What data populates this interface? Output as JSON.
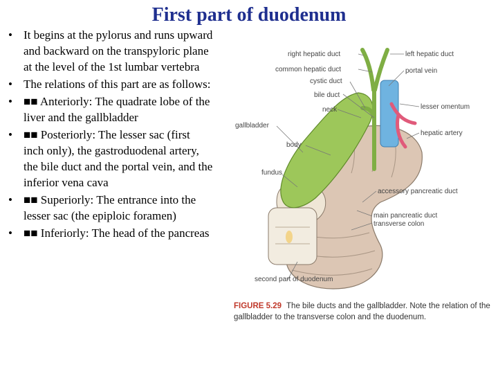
{
  "slide": {
    "title": "First part of duodenum",
    "bullets": [
      "It begins at the pylorus and runs upward and backward on the transpyloric plane at the level of the 1st lumbar vertebra",
      "The relations of this part are as follows:",
      "■■ Anteriorly: The quadrate lobe of the liver and the gallbladder",
      "■■ Posteriorly: The lesser sac (first inch only), the gastroduodenal artery, the bile duct and the portal vein, and the inferior vena cava",
      "■■ Superiorly: The entrance into the lesser sac (the epiploic foramen)",
      "■■ Inferiorly: The head of the pancreas"
    ],
    "bullet_symbol": "•"
  },
  "figure": {
    "labels": {
      "right_hepatic_duct": "right hepatic duct",
      "left_hepatic_duct": "left hepatic duct",
      "common_hepatic_duct": "common hepatic duct",
      "portal_vein": "portal vein",
      "cystic_duct": "cystic duct",
      "bile_duct": "bile duct",
      "lesser_omentum": "lesser omentum",
      "neck": "neck",
      "gallbladder": "gallbladder",
      "hepatic_artery": "hepatic artery",
      "body": "body",
      "fundus": "fundus",
      "accessory_pancreatic_duct": "accessory pancreatic duct",
      "main_pancreatic_duct": "main pancreatic duct",
      "transverse_colon": "transverse colon",
      "second_part_of_duodenum": "second part of duodenum"
    },
    "caption_number": "FIGURE 5.29",
    "caption_text": "The bile ducts and the gallbladder. Note the relation of the gallbladder to the transverse colon and the duodenum.",
    "colors": {
      "title": "#1f2f8f",
      "gallbladder": "#9dc75a",
      "duodenum": "#dcc6b4",
      "portal_vein": "#6fb3e0",
      "artery": "#e05a7a",
      "caption_number": "#c0392b"
    }
  }
}
